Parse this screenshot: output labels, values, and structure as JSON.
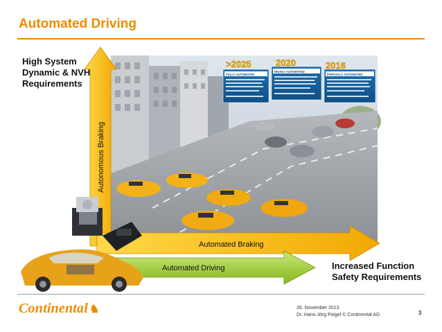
{
  "slide": {
    "title": "Automated Driving",
    "vertical_axis_heading": [
      "High System",
      "Dynamic & NVH",
      "Requirements"
    ],
    "horizontal_axis_heading": [
      "Increased Function",
      "Safety Requirements"
    ],
    "vertical_arrow_label": "Autonomous Braking",
    "arrow_automated_braking": "Automated Braking",
    "arrow_automated_driving": "Automated Driving",
    "roadmap": [
      {
        "year": ">2025",
        "level": "FULLY AUTOMATED"
      },
      {
        "year": "2020",
        "level": "HIGHLY AUTOMATED"
      },
      {
        "year": "2016",
        "level": "PARTIALLY AUTOMATED"
      }
    ],
    "logo_text": "Continental",
    "footer_date": "26. November 2013",
    "footer_author": "Dr. Hans-Jörg Feigel © Continental AG",
    "page_number": "3"
  },
  "colors": {
    "accent": "#f08a00",
    "arrow_yellow": "#f6b400",
    "arrow_green": "#9ccc2a"
  }
}
